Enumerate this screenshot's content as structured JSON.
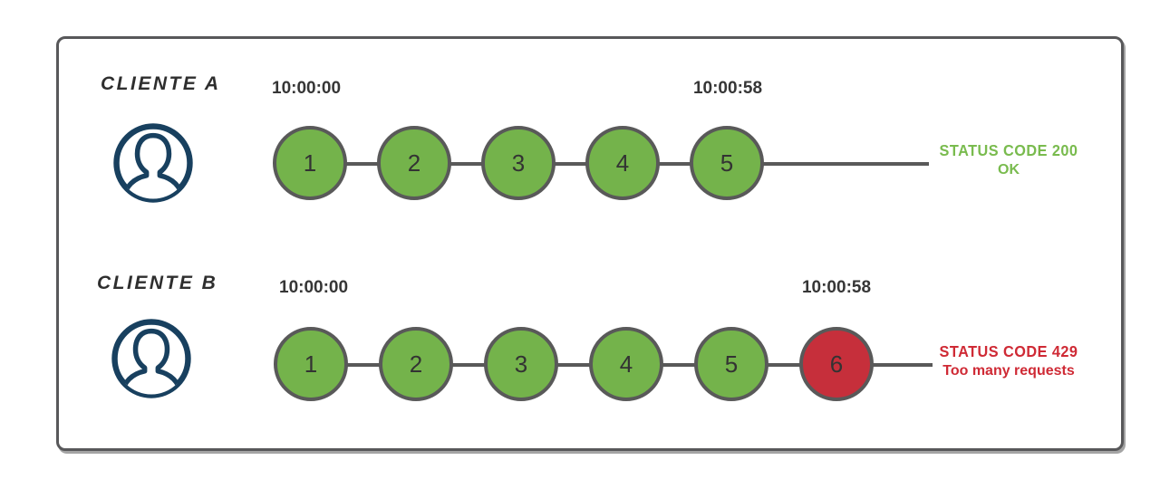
{
  "colors": {
    "box-border": "#58585a",
    "line": "#595959",
    "circle-border": "#595959",
    "green": "#74b34b",
    "red": "#c62f3b",
    "green-text": "#79bb4e",
    "red-text": "#cf2a35",
    "navy": "#18405f",
    "label": "#2e2e2e",
    "timestamp": "#363636",
    "number": "#333333"
  },
  "clients": [
    {
      "name": "CLIENTE A",
      "avatar_icon": "user-icon",
      "start_time": "10:00:00",
      "end_time": "10:00:58",
      "requests": [
        {
          "label": "1",
          "status": "ok"
        },
        {
          "label": "2",
          "status": "ok"
        },
        {
          "label": "3",
          "status": "ok"
        },
        {
          "label": "4",
          "status": "ok"
        },
        {
          "label": "5",
          "status": "ok"
        }
      ],
      "status": {
        "line1": "STATUS CODE 200",
        "line2": "OK"
      }
    },
    {
      "name": "CLIENTE B",
      "avatar_icon": "user-icon",
      "start_time": "10:00:00",
      "end_time": "10:00:58",
      "requests": [
        {
          "label": "1",
          "status": "ok"
        },
        {
          "label": "2",
          "status": "ok"
        },
        {
          "label": "3",
          "status": "ok"
        },
        {
          "label": "4",
          "status": "ok"
        },
        {
          "label": "5",
          "status": "ok"
        },
        {
          "label": "6",
          "status": "blocked"
        }
      ],
      "status": {
        "line1": "STATUS CODE 429",
        "line2": "Too many requests"
      }
    }
  ]
}
